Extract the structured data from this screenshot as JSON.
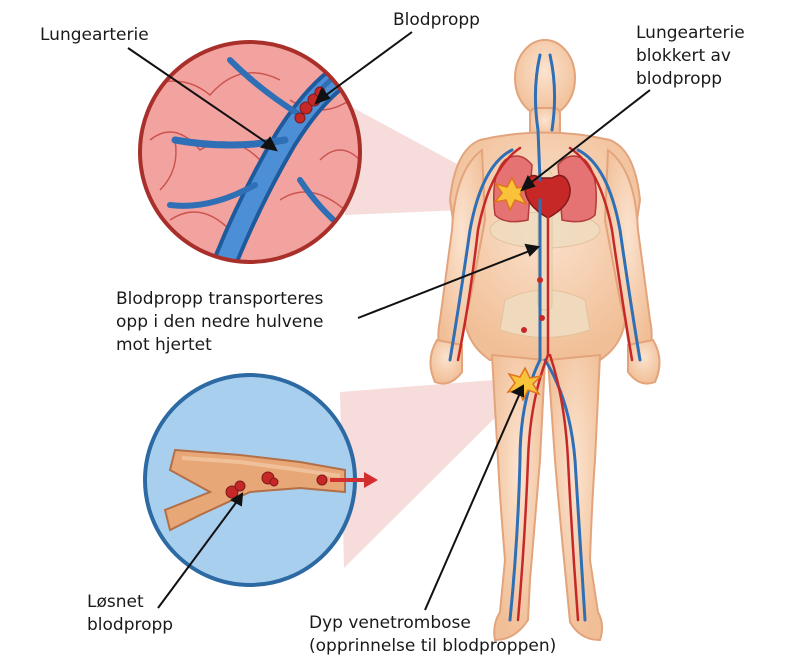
{
  "labels": {
    "pulmonary_artery": "Lungearterie",
    "clot": "Blodpropp",
    "blocked": [
      "Lungearterie",
      "blokkert av",
      "blodpropp"
    ],
    "transport": [
      "Blodpropp transporteres",
      "opp i den nedre hulvene",
      "mot hjertet"
    ],
    "loosened": [
      "Løsnet",
      "blodpropp"
    ],
    "dvt": [
      "Dyp venetrombose",
      "(opprinnelse til blodproppen)"
    ]
  },
  "colors": {
    "vein_blue": "#2f6fb5",
    "artery_red": "#c62828",
    "skin": "#f5c9a8",
    "lung_circle_bg": "#f2a3a0",
    "vein_circle_bg": "#a9cfee",
    "star": "#f8c33a"
  }
}
